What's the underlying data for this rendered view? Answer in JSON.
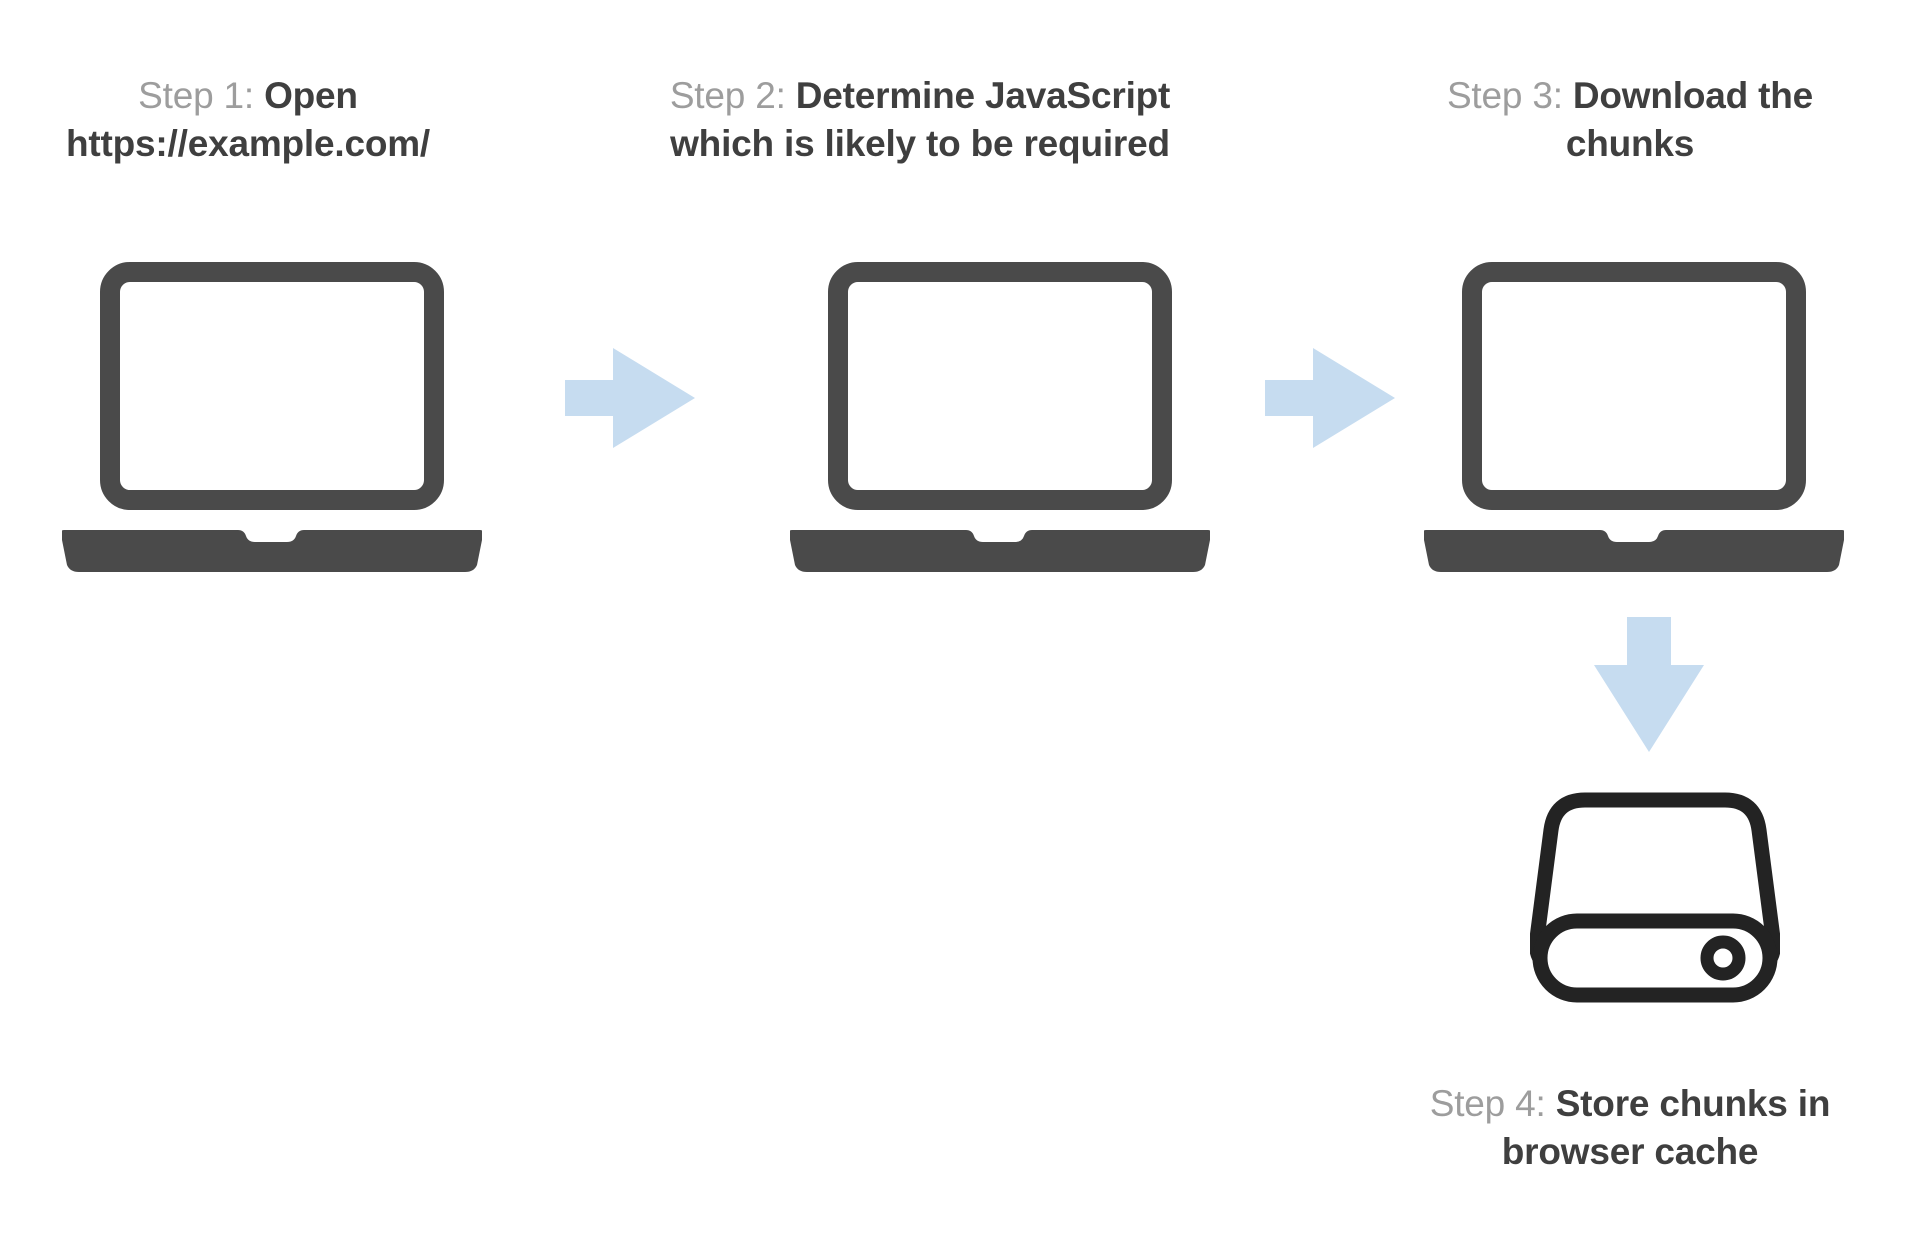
{
  "diagram": {
    "type": "flow",
    "background_color": "#ffffff",
    "palette": {
      "label_gray": "#9d9d9d",
      "label_dark": "#3f3f3f",
      "device_gray": "#4a4a4a",
      "arrow_blue": "#c6dcf0",
      "storage_outline": "#232323"
    },
    "steps": [
      {
        "id": "step-1",
        "lead": "Step 1: ",
        "text": "Open https://example.com/",
        "icon": "laptop-icon"
      },
      {
        "id": "step-2",
        "lead": "Step 2: ",
        "text": "Determine JavaScript which is likely to be required",
        "icon": "laptop-icon"
      },
      {
        "id": "step-3",
        "lead": "Step 3: ",
        "text": "Download the chunks",
        "icon": "laptop-icon"
      },
      {
        "id": "step-4",
        "lead": "Step 4: ",
        "text": "Store chunks in browser cache",
        "icon": "hard-drive-icon"
      }
    ],
    "connectors": [
      {
        "id": "arrow-1",
        "direction": "right",
        "from": "step-1",
        "to": "step-2"
      },
      {
        "id": "arrow-2",
        "direction": "right",
        "from": "step-2",
        "to": "step-3"
      },
      {
        "id": "arrow-3",
        "direction": "down",
        "from": "step-3",
        "to": "step-4"
      }
    ]
  }
}
